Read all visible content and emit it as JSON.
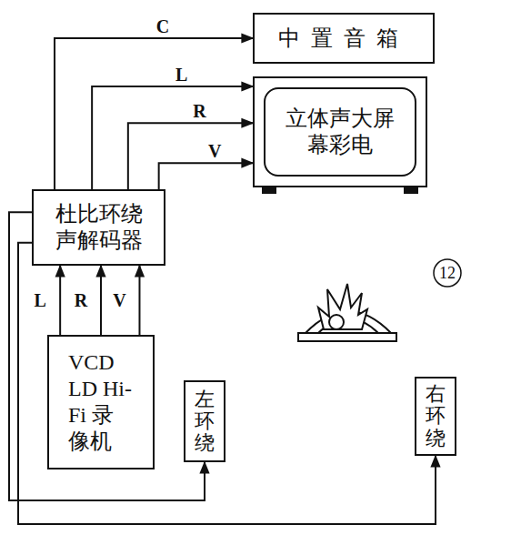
{
  "diagram": {
    "nodes": [
      {
        "text": [
          "中置音箱"
        ]
      },
      {
        "text": [
          "立体声大屏幕彩电"
        ]
      },
      {
        "text": [
          "杜比环绕声解码器"
        ]
      },
      {
        "text": [
          "VCD LD Hi-Fi 录像机"
        ]
      },
      {
        "text": [
          "左环绕"
        ]
      },
      {
        "text": [
          "右环绕"
        ]
      }
    ],
    "edges": [
      {
        "from": 2,
        "to": 0,
        "label": "C",
        "arrow": "to"
      },
      {
        "from": 2,
        "to": 1,
        "label": "L",
        "arrow": "to"
      },
      {
        "from": 2,
        "to": 1,
        "label": "R",
        "arrow": "to"
      },
      {
        "from": 2,
        "to": 1,
        "label": "V",
        "arrow": "to"
      },
      {
        "from": 3,
        "to": 2,
        "label": "L",
        "arrow": "to"
      },
      {
        "from": 3,
        "to": 2,
        "label": "R",
        "arrow": "to"
      },
      {
        "from": 3,
        "to": 2,
        "label": "V",
        "arrow": "to"
      },
      {
        "from": 2,
        "to": 4,
        "arrow": "to"
      },
      {
        "from": 2,
        "to": 5,
        "arrow": "to"
      }
    ],
    "labels": [
      "12"
    ]
  }
}
